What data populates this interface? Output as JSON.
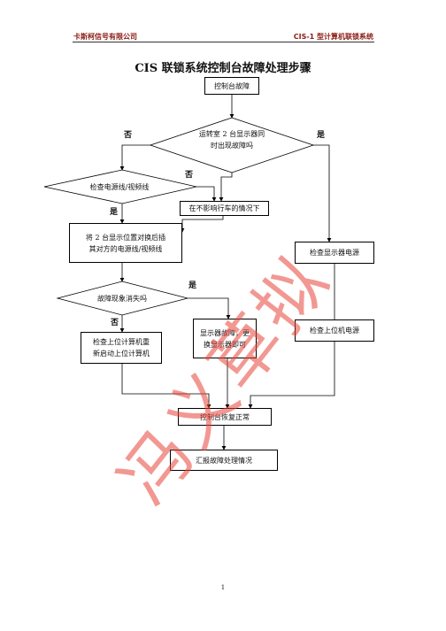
{
  "header": {
    "company": "卡斯柯信号有限公司",
    "system": "CIS-1 型计算机联锁系统"
  },
  "title": "CIS 联锁系统控制台故障处理步骤",
  "flow": {
    "start": "控制台故障",
    "decision1_line1": "运转室 2 台显示器同",
    "decision1_line2": "时出现故障吗",
    "decision2": "检查电源线/视频线",
    "no_impact": "在不影响行车的情况下",
    "swap_line1": "将 2 台显示位置对换后插",
    "swap_line2": "其对方的电源线/视频线",
    "check_monitor_power": "检查显示器电源",
    "decision3": "故障现象消失吗",
    "monitor_fault_line1": "显示器故障，更",
    "monitor_fault_line2": "换显示器即可",
    "check_host_power": "检查上位机电源",
    "check_host_line1": "检查上位计算机重",
    "check_host_line2": "新启动上位计算机",
    "restore": "控制台恢复正常",
    "report": "汇报故障处理情况"
  },
  "labels": {
    "no": "否",
    "yes": "是"
  },
  "stamp_text": "冯义草拟",
  "page_number": "1"
}
